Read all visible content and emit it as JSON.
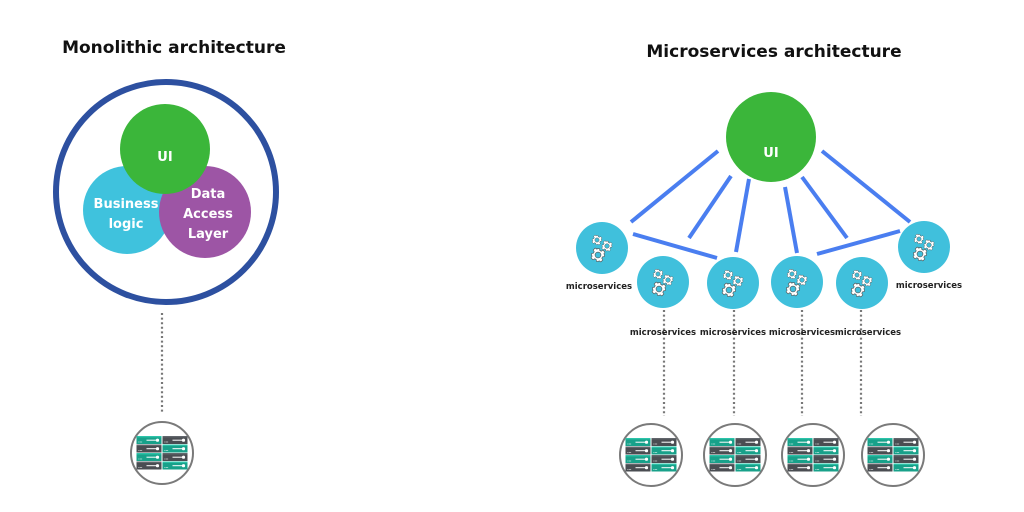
{
  "colors": {
    "ui_green": "#3bb63a",
    "business_cyan": "#3fc2dd",
    "dal_purple": "#9d55a5",
    "outer_ring": "#2d50a0",
    "connector_blue": "#4a7ef0",
    "microservice_node": "#40c0dc",
    "server_ring": "#7a7a7a",
    "server_teal": "#18a18a",
    "server_dark": "#4a4d52",
    "dotted_line": "#777777"
  },
  "monolithic": {
    "title": "Monolithic architecture",
    "layers": [
      {
        "id": "ui",
        "lines": [
          "UI"
        ],
        "color_key": "ui_green"
      },
      {
        "id": "business",
        "lines": [
          "Business",
          "logic"
        ],
        "color_key": "business_cyan"
      },
      {
        "id": "dal",
        "lines": [
          "Data",
          "Access",
          "Layer"
        ],
        "color_key": "dal_purple"
      }
    ],
    "server_icon": "server-rack-icon"
  },
  "microservices": {
    "title": "Microservices architecture",
    "ui_label": "UI",
    "nodes": [
      {
        "label": "microservices",
        "icon": "gears-icon",
        "has_server": false
      },
      {
        "label": "microservices",
        "icon": "gears-icon",
        "has_server": true
      },
      {
        "label": "microservices",
        "icon": "gears-icon",
        "has_server": true
      },
      {
        "label": "microservices",
        "icon": "gears-icon",
        "has_server": true
      },
      {
        "label": "microservices",
        "icon": "gears-icon",
        "has_server": true
      },
      {
        "label": "microservices",
        "icon": "gears-icon",
        "has_server": false
      }
    ],
    "server_icon": "server-rack-icon"
  }
}
